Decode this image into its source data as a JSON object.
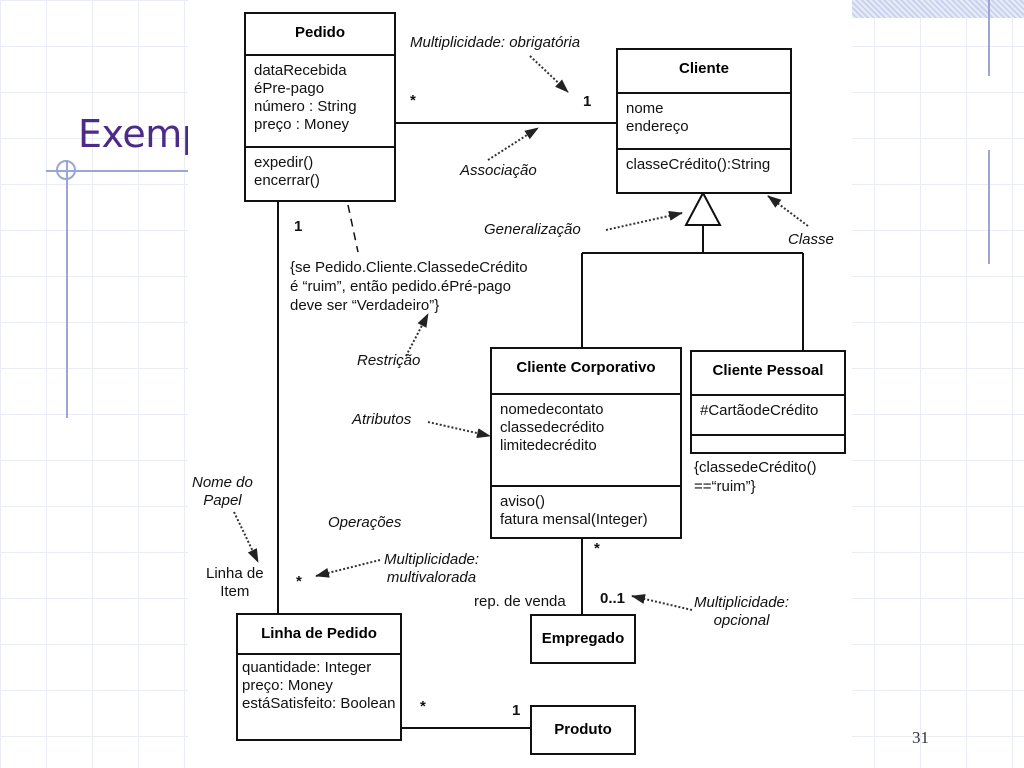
{
  "slide": {
    "title": "Exemplos",
    "page_number": "31"
  },
  "classes": {
    "pedido": {
      "name": "Pedido",
      "attributes": [
        "dataRecebida",
        "éPre-pago",
        "número : String",
        "preço : Money"
      ],
      "operations": [
        "expedir()",
        "encerrar()"
      ]
    },
    "cliente": {
      "name": "Cliente",
      "attributes": [
        "nome",
        "endereço"
      ],
      "operations": [
        "classeCrédito():String"
      ]
    },
    "cliente_corporativo": {
      "name": "Cliente Corporativo",
      "attributes": [
        "nomedecontato",
        "classedecrédito",
        "limitedecrédito"
      ],
      "operations": [
        "aviso()",
        "fatura mensal(Integer)"
      ]
    },
    "cliente_pessoal": {
      "name": "Cliente Pessoal",
      "attributes": [
        "#CartãodeCrédito"
      ]
    },
    "linha_de_pedido": {
      "name": "Linha de Pedido",
      "attributes": [
        "quantidade: Integer",
        "preço: Money",
        "estáSatisfeito: Boolean"
      ]
    },
    "empregado": {
      "name": "Empregado"
    },
    "produto": {
      "name": "Produto"
    }
  },
  "annotations": {
    "multiplicidade_obrigatoria": "Multiplicidade: obrigatória",
    "associacao": "Associação",
    "generalizacao": "Generalização",
    "classe": "Classe",
    "restricao": "Restrição",
    "atributos": "Atributos",
    "operacoes": "Operações",
    "nome_do_papel": [
      "Nome do",
      "Papel"
    ],
    "multiplicidade_multivalorada": [
      "Multiplicidade:",
      "multivalorada"
    ],
    "multiplicidade_opcional": [
      "Multiplicidade:",
      "opcional"
    ]
  },
  "constraints": {
    "pedido_constraint": [
      "{se Pedido.Cliente.ClassedeCrédito",
      "é “ruim”, então pedido.éPré-pago",
      "deve ser “Verdadeiro”}"
    ],
    "pessoal_constraint": [
      "{classedeCrédito()",
      "==“ruim”}"
    ]
  },
  "roles": {
    "linha_de_item": [
      "Linha de",
      "Item"
    ],
    "rep_de_venda": "rep. de venda"
  },
  "multiplicities": {
    "pedido_cliente_pedido_end": "*",
    "pedido_cliente_cliente_end": "1",
    "pedido_linha_pedido_end": "1",
    "pedido_linha_linha_end": "*",
    "corporativo_empregado_corp_end": "*",
    "corporativo_empregado_emp_end": "0..1",
    "linha_produto_linha_end": "*",
    "linha_produto_produto_end": "1"
  },
  "colors": {
    "title": "#4b2a8a",
    "decor": "#9aa6d6",
    "ink": "#111111"
  }
}
